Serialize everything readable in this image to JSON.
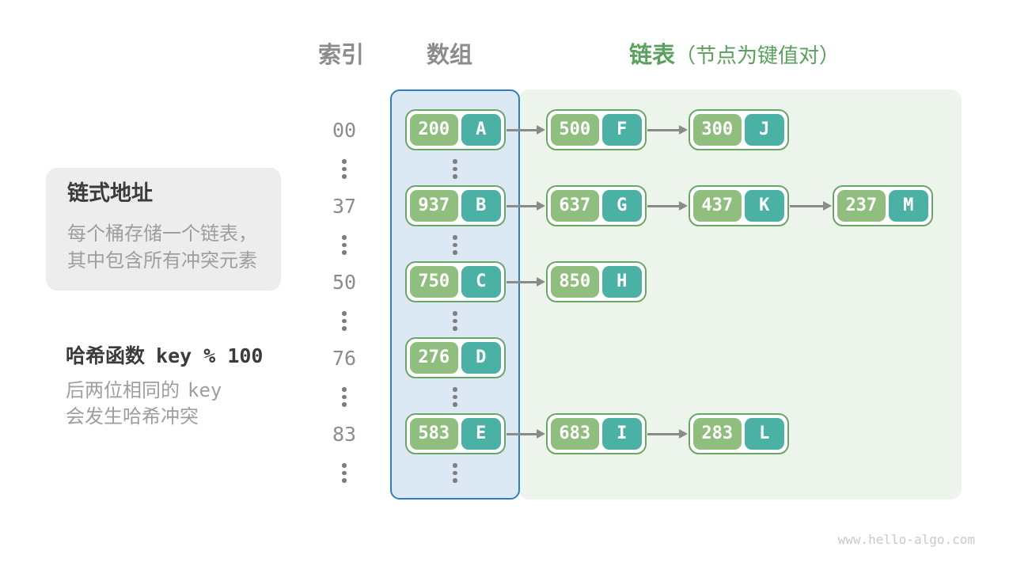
{
  "header": {
    "index_label": "索引",
    "array_label": "数组",
    "list_label": "链表",
    "list_note": "（节点为键值对）"
  },
  "sidebar": {
    "card": {
      "title": "链式地址",
      "line1": "每个桶存储一个链表，",
      "line2": "其中包含所有冲突元素"
    },
    "hash": {
      "title_text": "哈希函数",
      "title_code": "key % 100",
      "line1_text": "后两位相同的",
      "line1_code": "key",
      "line2_text": "会发生哈希冲突"
    }
  },
  "diagram": {
    "rows": [
      {
        "index": "00",
        "bucket": {
          "key": "200",
          "value": "A"
        },
        "chain": [
          {
            "key": "500",
            "value": "F"
          },
          {
            "key": "300",
            "value": "J"
          }
        ]
      },
      {
        "index": "37",
        "bucket": {
          "key": "937",
          "value": "B"
        },
        "chain": [
          {
            "key": "637",
            "value": "G"
          },
          {
            "key": "437",
            "value": "K"
          },
          {
            "key": "237",
            "value": "M"
          }
        ]
      },
      {
        "index": "50",
        "bucket": {
          "key": "750",
          "value": "C"
        },
        "chain": [
          {
            "key": "850",
            "value": "H"
          }
        ]
      },
      {
        "index": "76",
        "bucket": {
          "key": "276",
          "value": "D"
        },
        "chain": []
      },
      {
        "index": "83",
        "bucket": {
          "key": "583",
          "value": "E"
        },
        "chain": [
          {
            "key": "683",
            "value": "I"
          },
          {
            "key": "283",
            "value": "L"
          }
        ]
      }
    ]
  },
  "watermark": "www.hello-algo.com",
  "colors": {
    "green": "#8FBE7E",
    "teal": "#4BB1A5",
    "node_border": "#68A765",
    "blue": "#2E7FC0",
    "array_fill": "#DCE9F5",
    "list_fill": "#EDF4EC",
    "gray_text": "#8C8C8C",
    "light_gray_text": "#9E9E9E",
    "dark": "#3B3B3B",
    "arrow": "#8B8B8B",
    "dot": "#7F7F7F",
    "card": "#EDEDED",
    "label_green": "#5BA05C",
    "watermark": "#C9C9C9"
  }
}
